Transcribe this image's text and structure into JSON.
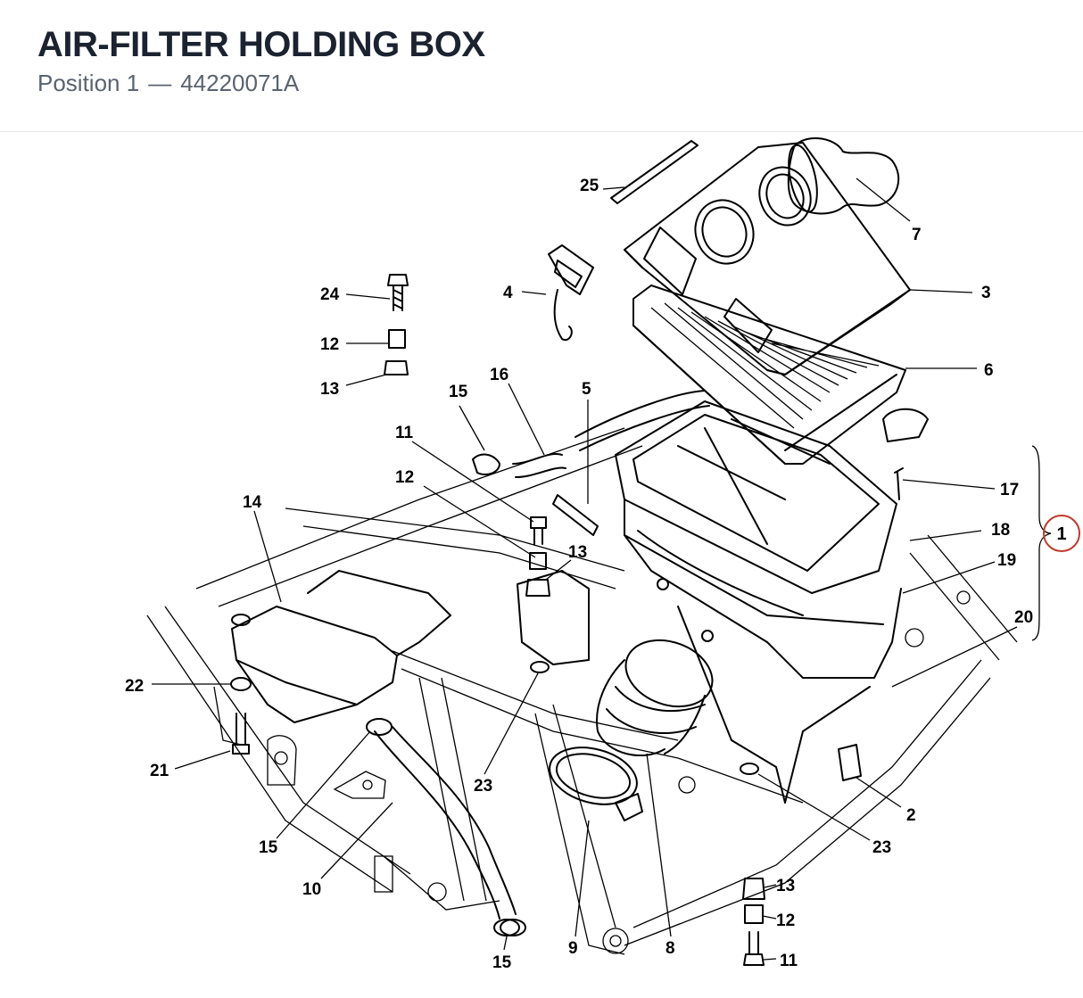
{
  "header": {
    "title": "AIR-FILTER HOLDING BOX",
    "position_label": "Position 1",
    "separator": "—",
    "part_number": "44220071A"
  },
  "assembly_marker": "1",
  "callouts": {
    "c25": "25",
    "c7": "7",
    "c3": "3",
    "c4": "4",
    "c24": "24",
    "c12a": "12",
    "c6": "6",
    "c13a": "13",
    "c15a": "15",
    "c16": "16",
    "c5": "5",
    "c11a": "11",
    "c17": "17",
    "c12b": "12",
    "c13b": "13",
    "c18": "18",
    "c14": "14",
    "c19": "19",
    "c20": "20",
    "c22": "22",
    "c21": "21",
    "c23a": "23",
    "c2": "2",
    "c15b": "15",
    "c23b": "23",
    "c10": "10",
    "c13c": "13",
    "c12c": "12",
    "c11c": "11",
    "c9": "9",
    "c8": "8",
    "c15c": "15"
  },
  "colors": {
    "title": "#1b2230",
    "subtitle": "#5a6370",
    "marker": "#c0392b"
  }
}
